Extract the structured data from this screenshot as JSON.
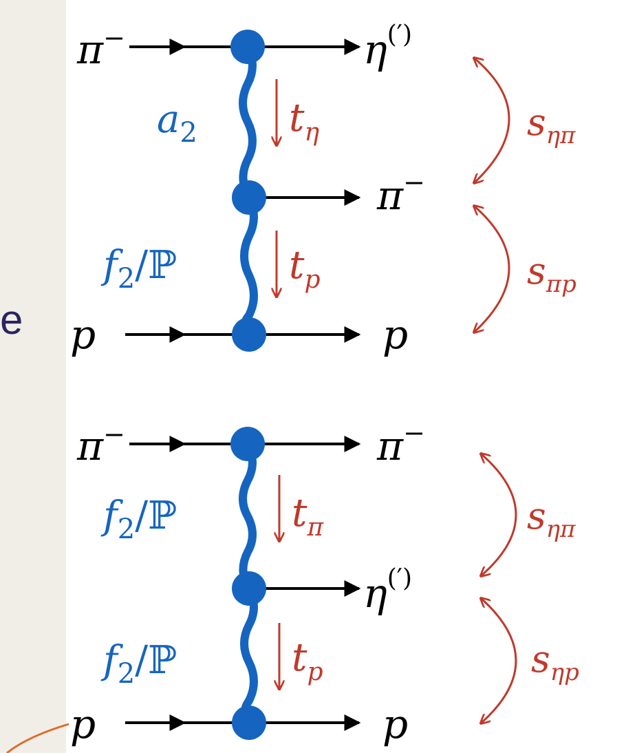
{
  "slide_fragment": {
    "cutoff_text": "e"
  },
  "colors": {
    "exchange": "#1565c0",
    "kinematic": "#c0392b",
    "line": "#000000"
  },
  "diagram_top": {
    "incoming_top": "π",
    "incoming_top_sup": "−",
    "outgoing_top": "η",
    "outgoing_top_sup": "(′)",
    "exchange_upper": "a",
    "exchange_upper_sub": "2",
    "t_upper": "t",
    "t_upper_sub": "η",
    "outgoing_middle": "π",
    "outgoing_middle_sup": "−",
    "exchange_lower": "f",
    "exchange_lower_sub": "2",
    "exchange_lower_rest": "/ℙ",
    "t_lower": "t",
    "t_lower_sub": "p",
    "incoming_bottom": "p",
    "outgoing_bottom": "p",
    "s_upper": "s",
    "s_upper_sub": "ηπ",
    "s_lower": "s",
    "s_lower_sub": "πp"
  },
  "diagram_bottom": {
    "incoming_top": "π",
    "incoming_top_sup": "−",
    "outgoing_top": "π",
    "outgoing_top_sup": "−",
    "exchange_upper": "f",
    "exchange_upper_sub": "2",
    "exchange_upper_rest": "/ℙ",
    "t_upper": "t",
    "t_upper_sub": "π",
    "outgoing_middle": "η",
    "outgoing_middle_sup": "(′)",
    "exchange_lower": "f",
    "exchange_lower_sub": "2",
    "exchange_lower_rest": "/ℙ",
    "t_lower": "t",
    "t_lower_sub": "p",
    "incoming_bottom": "p",
    "outgoing_bottom": "p",
    "s_upper": "s",
    "s_upper_sub": "ηπ",
    "s_lower": "s",
    "s_lower_sub": "ηp"
  }
}
